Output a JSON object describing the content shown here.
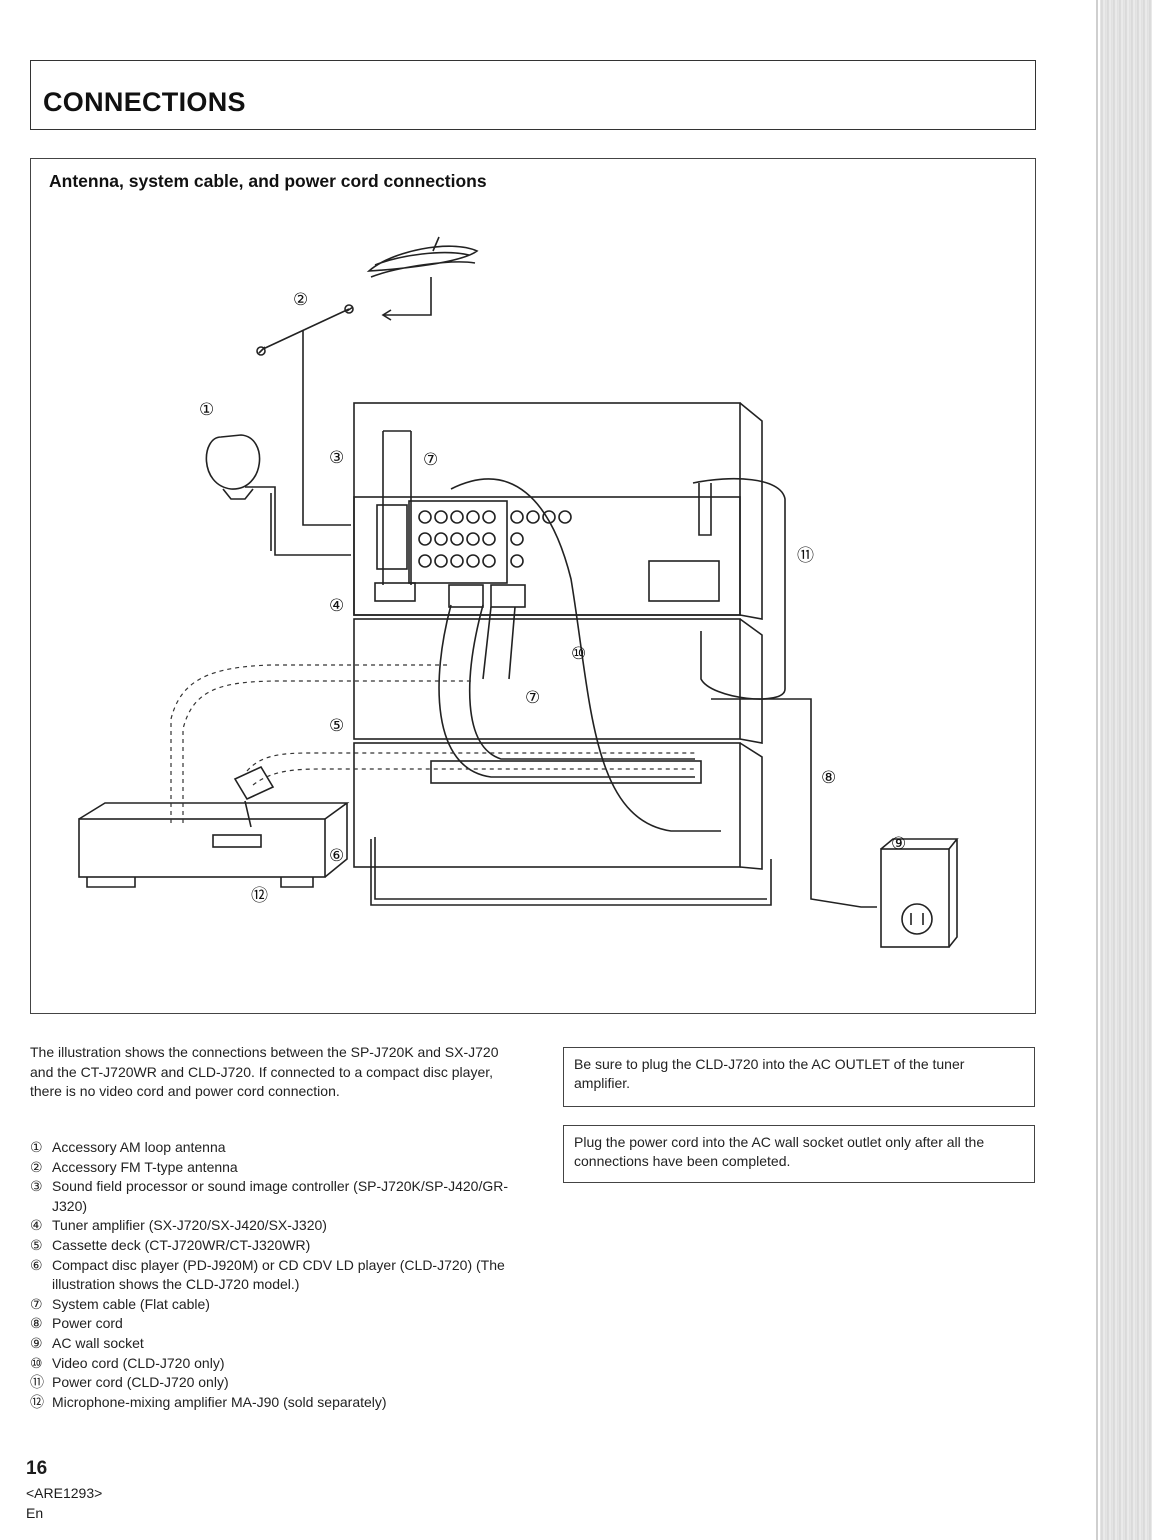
{
  "header": {
    "title": "CONNECTIONS"
  },
  "diagram": {
    "heading": "Antenna, system cable, and power cord connections",
    "callouts": {
      "c1": "①",
      "c2": "②",
      "c3": "③",
      "c4": "④",
      "c5": "⑤",
      "c6": "⑥",
      "c7a": "⑦",
      "c7b": "⑦",
      "c8": "⑧",
      "c9": "⑨",
      "c10": "⑩",
      "c11": "⑪",
      "c12": "⑫"
    }
  },
  "intro": "The illustration shows the connections between the SP-J720K and SX-J720 and the CT-J720WR and CLD-J720. If connected to a compact disc player, there is no video cord and power cord connection.",
  "legend": [
    {
      "num": "①",
      "text": "Accessory AM loop antenna"
    },
    {
      "num": "②",
      "text": "Accessory FM T-type antenna"
    },
    {
      "num": "③",
      "text": "Sound field processor or sound image controller (SP-J720K/SP-J420/GR-J320)"
    },
    {
      "num": "④",
      "text": "Tuner amplifier (SX-J720/SX-J420/SX-J320)"
    },
    {
      "num": "⑤",
      "text": "Cassette deck (CT-J720WR/CT-J320WR)"
    },
    {
      "num": "⑥",
      "text": "Compact disc player (PD-J920M) or CD CDV LD player (CLD-J720) (The illustration shows the CLD-J720 model.)"
    },
    {
      "num": "⑦",
      "text": "System cable (Flat cable)"
    },
    {
      "num": "⑧",
      "text": "Power cord"
    },
    {
      "num": "⑨",
      "text": "AC wall socket"
    },
    {
      "num": "⑩",
      "text": "Video cord (CLD-J720 only)"
    },
    {
      "num": "⑪",
      "text": "Power cord (CLD-J720 only)"
    },
    {
      "num": "⑫",
      "text": "Microphone-mixing amplifier MA-J90 (sold separately)"
    }
  ],
  "notes": {
    "note1": "Be sure to plug the CLD-J720 into the AC OUTLET of the tuner amplifier.",
    "note2": "Plug the power cord into the AC wall socket outlet only after all the connections have been completed."
  },
  "footer": {
    "page_number": "16",
    "code": "<ARE1293>",
    "lang": "En"
  }
}
